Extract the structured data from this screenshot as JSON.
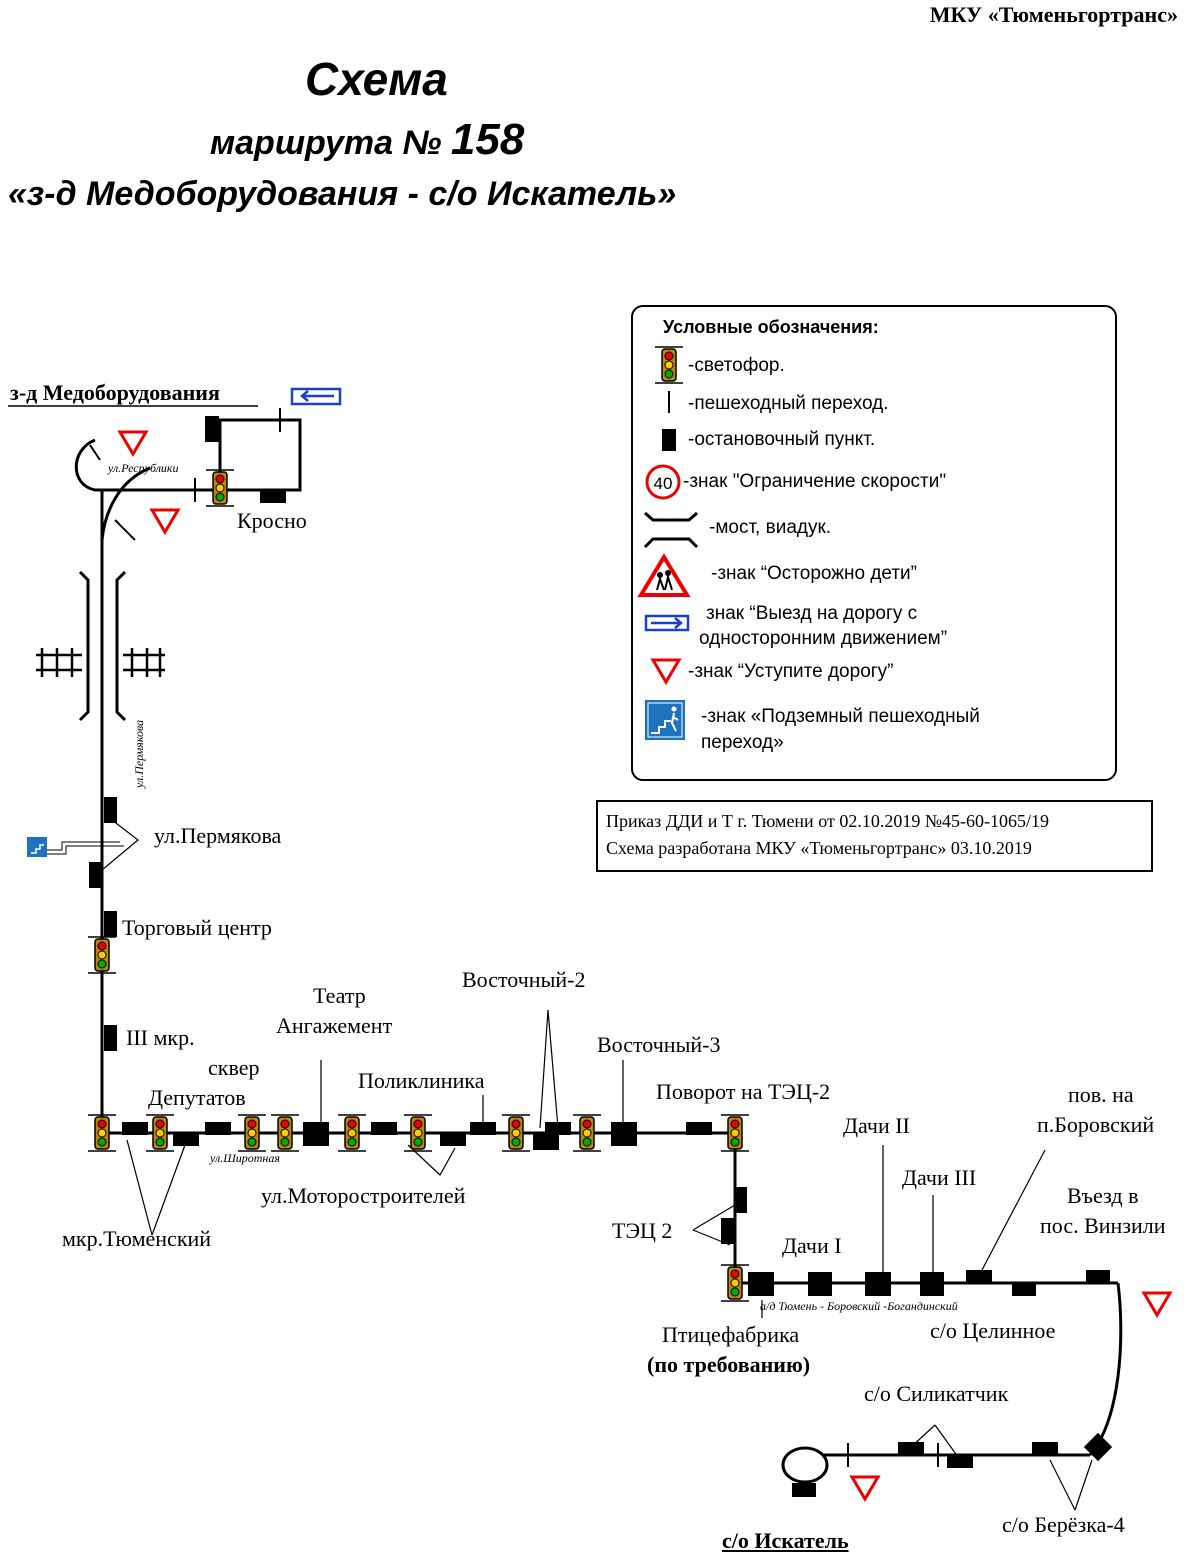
{
  "header": {
    "organization": "МКУ «Тюменьгортранс»",
    "title": "Схема",
    "subtitle_prefix": "маршрута №",
    "route_number": "158",
    "route_name": "«з-д Медоборудования - с/о Искатель»"
  },
  "legend": {
    "title": "Условные обозначения:",
    "items": [
      {
        "icon": "traffic-light-icon",
        "text": "-светофор."
      },
      {
        "icon": "pedestrian-crossing-icon",
        "text": "-пешеходный переход."
      },
      {
        "icon": "bus-stop-icon",
        "text": "-остановочный пункт."
      },
      {
        "icon": "speed-limit-sign-icon",
        "sign_value": "40",
        "text": "-знак \"Ограничение скорости\""
      },
      {
        "icon": "bridge-icon",
        "text": "-мост, виадук."
      },
      {
        "icon": "children-warning-sign-icon",
        "text": "-знак “Осторожно дети”"
      },
      {
        "icon": "one-way-entry-sign-icon",
        "text_line1": "знак “Выезд на дорогу с",
        "text_line2": "односторонним движением”"
      },
      {
        "icon": "give-way-sign-icon",
        "text": "-знак “Уступите дорогу”"
      },
      {
        "icon": "underpass-sign-icon",
        "text_line1": "-знак «Подземный пешеходный",
        "text_line2": "переход»"
      }
    ]
  },
  "order": {
    "line1": "Приказ ДДИ и Т г. Тюмени от 02.10.2019 №45-60-1065/19",
    "line2": "Схема разработана МКУ «Тюменьгортранс» 03.10.2019"
  },
  "map": {
    "terminal_start": "з-д Медоборудования",
    "terminal_end": "с/о Искатель",
    "streets": {
      "respubliki": "ул.Республики",
      "permyakova_vertical": "ул.Пермякова",
      "shirotnaya": "ул.Широтная",
      "highway": "а/д Тюмень - Боровский -Богандинский"
    },
    "stops": {
      "krosno": "Кросно",
      "permyakova": "ул.Пермякова",
      "trade_center": "Торговый центр",
      "mkr3": "III мкр.",
      "skver_line1": "сквер",
      "skver_line2": "Депутатов",
      "teatr_line1": "Театр",
      "teatr_line2": "Ангажемент",
      "poliklinika": "Поликлиника",
      "vostochny2": "Восточный-2",
      "vostochny3": "Восточный-3",
      "povorot_tec": "Поворот на ТЭЦ-2",
      "mkr_tyumensky": "мкр.Тюменский",
      "motorostroiteley": "ул.Моторостроителей",
      "tec2": "ТЭЦ 2",
      "dachi1": "Дачи I",
      "dachi2": "Дачи II",
      "dachi3": "Дачи III",
      "borovsky_line1": "пов. на",
      "borovsky_line2": "п.Боровский",
      "vinzili_line1": "Въезд в",
      "vinzili_line2": "пос. Винзили",
      "ptitsefabrika": "Птицефабрика",
      "on_request": "(по требованию)",
      "tselinnoe": "с/о Целинное",
      "silikatchik": "с/о Силикатчик",
      "beryozka4": "с/о Берёзка-4"
    }
  }
}
